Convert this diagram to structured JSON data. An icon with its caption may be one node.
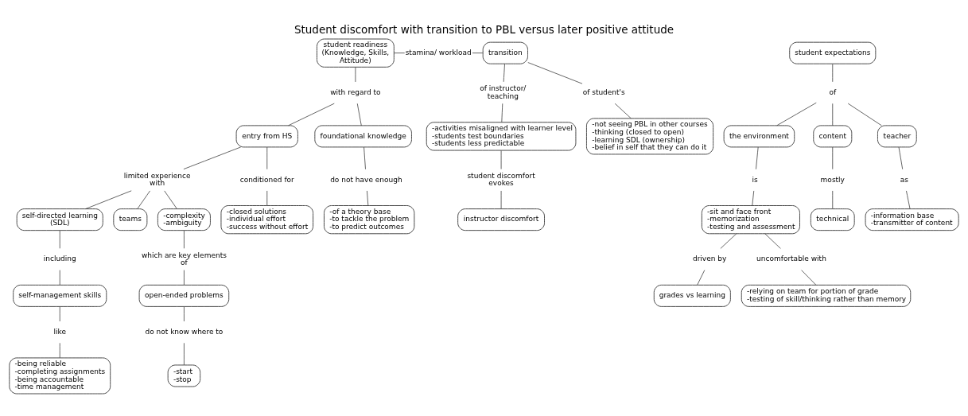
{
  "diagram": {
    "title": "Student discomfort with transition to PBL versus later positive attitude",
    "nodes": [
      {
        "text": [
          "student readiness (Knowledge, Skills, Attitude)"
        ]
      },
      {
        "text": [
          "stamina/ workload"
        ]
      },
      {
        "text": [
          "student expectations"
        ]
      },
      {
        "text": [
          "transition"
        ]
      },
      {
        "text": [
          "with regard to"
        ]
      },
      {
        "text": [
          "of"
        ]
      },
      {
        "text": [
          "of instructor/ teaching"
        ]
      },
      {
        "text": [
          "of student's"
        ]
      },
      {
        "text": [
          "entry from HS"
        ]
      },
      {
        "text": [
          "foundational knowledge"
        ]
      },
      {
        "text": [
          "the environment"
        ]
      },
      {
        "text": [
          "content"
        ]
      },
      {
        "text": [
          "teacher"
        ]
      },
      {
        "text": [
          "-not seeing PBL in other courses",
          "-thinking (closed to open)",
          "-learning SDL (ownership)",
          "-belief in self that they can do it"
        ]
      },
      {
        "text": [
          "limited experience with"
        ]
      },
      {
        "text": [
          "conditioned for"
        ]
      },
      {
        "text": [
          "do not have enough"
        ]
      },
      {
        "text": [
          "is"
        ]
      },
      {
        "text": [
          "mostly"
        ]
      },
      {
        "text": [
          "as"
        ]
      },
      {
        "text": [
          "self-directed learning (SDL)"
        ]
      },
      {
        "text": [
          "teams"
        ]
      },
      {
        "text": [
          "-complexity",
          "-ambiguity"
        ]
      },
      {
        "text": [
          "-of a theory base",
          "-to tackle the problem",
          "-to predict outcomes"
        ]
      },
      {
        "text": [
          "-sit and face front",
          "-memorization",
          "-testing and assessment"
        ]
      },
      {
        "text": [
          "technical"
        ]
      },
      {
        "text": [
          "-information base",
          "-transmitter of content"
        ]
      },
      {
        "text": [
          "-activities misaligned with learner level",
          "-students test boundaries",
          "-students less predictable"
        ]
      },
      {
        "text": [
          "including"
        ]
      },
      {
        "text": [
          "which are key elements of"
        ]
      },
      {
        "text": [
          "-closed solutions",
          "-individual effort",
          "-success without effort"
        ]
      },
      {
        "text": [
          "driven by"
        ]
      },
      {
        "text": [
          "uncomfortable with"
        ]
      },
      {
        "text": [
          "student discomfort evokes"
        ]
      },
      {
        "text": [
          "self-management skills"
        ]
      },
      {
        "text": [
          "open-ended problems"
        ]
      },
      {
        "text": [
          "grades vs learning"
        ]
      },
      {
        "text": [
          "instructor discomfort"
        ]
      },
      {
        "text": [
          "like"
        ]
      },
      {
        "text": [
          "do not know where to"
        ]
      },
      {
        "text": [
          "-relying on team for portion of grade",
          "-testing of skill/thinking rather than memory"
        ]
      },
      {
        "text": [
          "-being reliable",
          "-completing assignments",
          "-being accountable",
          "-time management"
        ]
      },
      {
        "text": [
          "-start",
          "-stop"
        ]
      }
    ],
    "edges": [
      {
        "from": 0,
        "to": 1,
        "arrow": "none"
      },
      {
        "from": 1,
        "to": 3,
        "arrow": "none"
      },
      {
        "from": 0,
        "to": 4,
        "arrow": "none"
      },
      {
        "from": 4,
        "to": 8,
        "arrow": "none"
      },
      {
        "from": 4,
        "to": 9,
        "arrow": "none"
      },
      {
        "from": 2,
        "to": 5,
        "arrow": "none"
      },
      {
        "from": 5,
        "to": 10,
        "arrow": "none"
      },
      {
        "from": 5,
        "to": 11,
        "arrow": "none"
      },
      {
        "from": 5,
        "to": 12,
        "arrow": "none"
      },
      {
        "from": 3,
        "to": 6,
        "arrow": "none"
      },
      {
        "from": 3,
        "to": 7,
        "arrow": "none"
      },
      {
        "from": 7,
        "to": 13,
        "arrow": "none"
      },
      {
        "from": 6,
        "to": 27,
        "arrow": "none"
      },
      {
        "from": 8,
        "to": 14,
        "arrow": "none"
      },
      {
        "from": 8,
        "to": 15,
        "arrow": "none"
      },
      {
        "from": 14,
        "to": 20,
        "arrow": "none"
      },
      {
        "from": 14,
        "to": 21,
        "arrow": "none"
      },
      {
        "from": 14,
        "to": 22,
        "arrow": "none"
      },
      {
        "from": 15,
        "to": 30,
        "arrow": "none"
      },
      {
        "from": 9,
        "to": 16,
        "arrow": "none"
      },
      {
        "from": 16,
        "to": 23,
        "arrow": "none"
      },
      {
        "from": 10,
        "to": 17,
        "arrow": "none"
      },
      {
        "from": 17,
        "to": 24,
        "arrow": "none"
      },
      {
        "from": 11,
        "to": 18,
        "arrow": "none"
      },
      {
        "from": 18,
        "to": 25,
        "arrow": "none"
      },
      {
        "from": 12,
        "to": 19,
        "arrow": "none"
      },
      {
        "from": 19,
        "to": 26,
        "arrow": "none"
      },
      {
        "from": 20,
        "to": 28,
        "arrow": "none"
      },
      {
        "from": 28,
        "to": 34,
        "arrow": "none"
      },
      {
        "from": 34,
        "to": 38,
        "arrow": "none"
      },
      {
        "from": 38,
        "to": 41,
        "arrow": "none"
      },
      {
        "from": 22,
        "to": 29,
        "arrow": "none"
      },
      {
        "from": 29,
        "to": 35,
        "arrow": "none"
      },
      {
        "from": 35,
        "to": 39,
        "arrow": "none"
      },
      {
        "from": 39,
        "to": 42,
        "arrow": "none"
      },
      {
        "from": 24,
        "to": 31,
        "arrow": "none"
      },
      {
        "from": 31,
        "to": 36,
        "arrow": "none"
      },
      {
        "from": 24,
        "to": 32,
        "arrow": "none"
      },
      {
        "from": 32,
        "to": 40,
        "arrow": "none"
      },
      {
        "from": 27,
        "to": 33,
        "arrow": "none"
      },
      {
        "from": 33,
        "to": 37,
        "arrow": "none"
      }
    ]
  }
}
